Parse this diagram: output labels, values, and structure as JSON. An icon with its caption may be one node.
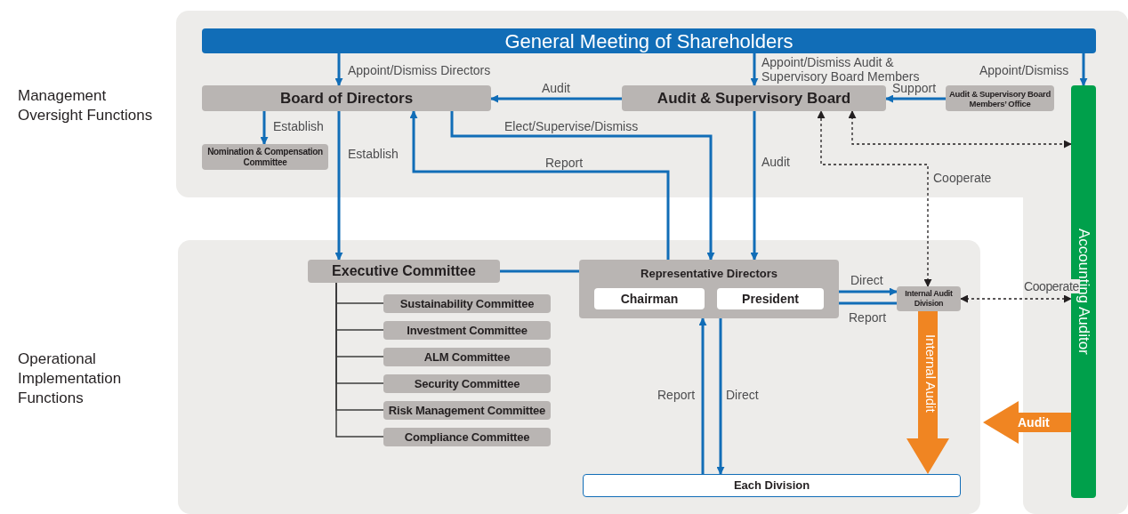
{
  "diagram": {
    "nodes": [
      {
        "text": [
          "General Meeting of Shareholders"
        ]
      },
      {
        "text": [
          "Board of Directors"
        ]
      },
      {
        "text": [
          "Audit & Supervisory Board"
        ]
      },
      {
        "text": [
          "Audit & Supervisory Board Members’ Office"
        ]
      },
      {
        "text": [
          "Nomination & Compensation Committee"
        ]
      },
      {
        "text": [
          "Accounting Auditor"
        ]
      },
      {
        "text": [
          "Executive Committee"
        ]
      },
      {
        "text": [
          "Representative Directors"
        ]
      },
      {
        "text": [
          "Chairman"
        ],
        "in": 7
      },
      {
        "text": [
          "President"
        ],
        "in": 7
      },
      {
        "text": [
          "Internal Audit Division"
        ]
      },
      {
        "text": [
          "Sustainability Committee"
        ]
      },
      {
        "text": [
          "Investment Committee"
        ]
      },
      {
        "text": [
          "ALM Committee"
        ]
      },
      {
        "text": [
          "Security Committee"
        ]
      },
      {
        "text": [
          "Risk Management Committee"
        ]
      },
      {
        "text": [
          "Compliance Committee"
        ]
      },
      {
        "text": [
          "Each Division"
        ]
      }
    ],
    "edges": [
      {
        "from": 0,
        "to": 1,
        "arrow": "to",
        "label": "Appoint/Dismiss Directors"
      },
      {
        "from": 0,
        "to": 2,
        "arrow": "to",
        "label": "Appoint/Dismiss Audit & Supervisory Board Members"
      },
      {
        "from": 0,
        "to": 5,
        "arrow": "to",
        "label": "Appoint/Dismiss"
      },
      {
        "from": 2,
        "to": 1,
        "arrow": "to",
        "label": "Audit"
      },
      {
        "from": 3,
        "to": 2,
        "arrow": "to",
        "label": "Support"
      },
      {
        "from": 1,
        "to": 4,
        "arrow": "to",
        "label": "Establish"
      },
      {
        "from": 1,
        "to": 6,
        "arrow": "to",
        "label": "Establish"
      },
      {
        "from": 1,
        "to": 7,
        "arrow": "to",
        "label": "Elect/Supervise/Dismiss"
      },
      {
        "from": 7,
        "to": 1,
        "arrow": "to",
        "label": "Report"
      },
      {
        "from": 2,
        "to": 7,
        "arrow": "to",
        "label": "Audit"
      },
      {
        "from": 10,
        "to": 2,
        "arrow": "both",
        "label": "Cooperate",
        "style": "dashed",
        "color": "#231f20"
      },
      {
        "from": 2,
        "to": 5,
        "arrow": "both",
        "style": "dashed",
        "color": "#231f20"
      },
      {
        "from": 10,
        "to": 5,
        "arrow": "both",
        "label": "Cooperate",
        "style": "dashed",
        "color": "#231f20"
      },
      {
        "from": 6,
        "to": 7,
        "arrow": "none"
      },
      {
        "from": 9,
        "to": 10,
        "arrow": "to",
        "label": "Direct"
      },
      {
        "from": 10,
        "to": 9,
        "arrow": "to",
        "label": "Report"
      },
      {
        "from": 17,
        "to": 7,
        "arrow": "to",
        "label": "Report"
      },
      {
        "from": 7,
        "to": 17,
        "arrow": "to",
        "label": "Direct"
      },
      {
        "from": 10,
        "to": 17,
        "arrow": "to",
        "label": "Internal Audit",
        "style": "thick",
        "color": "#f08522"
      },
      {
        "from": 5,
        "to": null,
        "arrow": "to",
        "label": "Audit",
        "style": "thick",
        "color": "#f08522"
      },
      {
        "from": 6,
        "to": 11,
        "arrow": "none",
        "color": "#3c3c3c"
      },
      {
        "from": 6,
        "to": 12,
        "arrow": "none",
        "color": "#3c3c3c"
      },
      {
        "from": 6,
        "to": 13,
        "arrow": "none",
        "color": "#3c3c3c"
      },
      {
        "from": 6,
        "to": 14,
        "arrow": "none",
        "color": "#3c3c3c"
      },
      {
        "from": 6,
        "to": 15,
        "arrow": "none",
        "color": "#3c3c3c"
      },
      {
        "from": 6,
        "to": 16,
        "arrow": "none",
        "color": "#3c3c3c"
      }
    ],
    "labels": [
      "Management Oversight Functions",
      "Operational Implementation Functions"
    ]
  }
}
